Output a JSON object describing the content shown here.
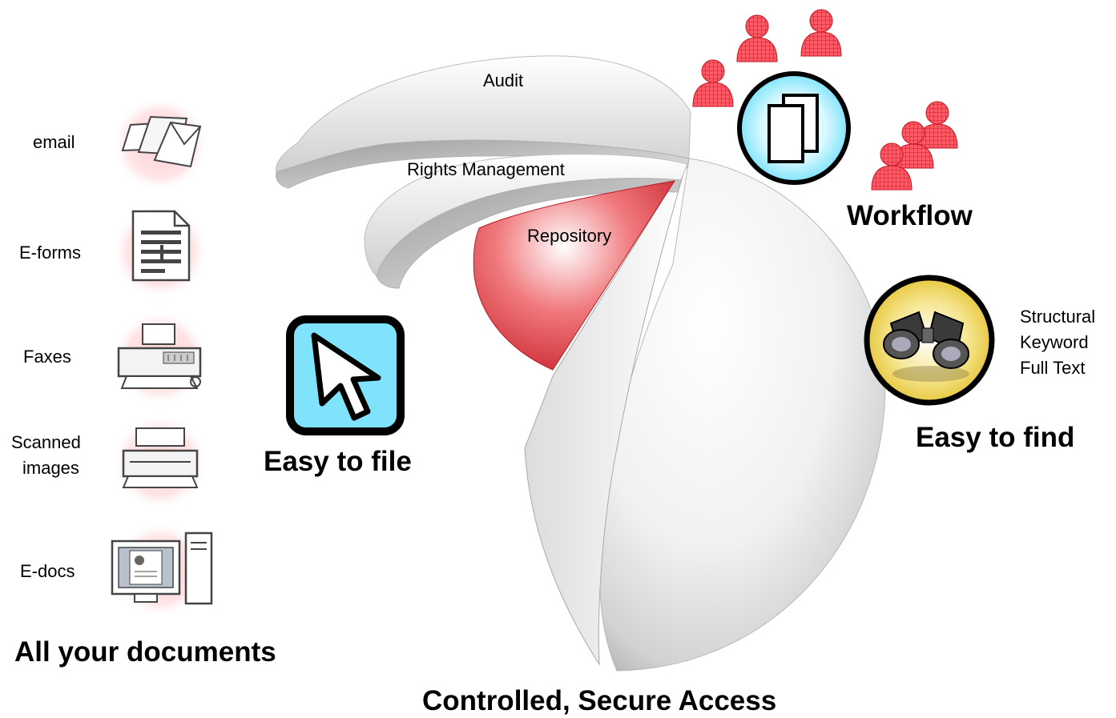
{
  "sources": {
    "heading": "All your documents",
    "items": [
      {
        "label": "email",
        "icon": "email-stack-icon"
      },
      {
        "label": "E-forms",
        "icon": "form-document-icon"
      },
      {
        "label": "Faxes",
        "icon": "fax-machine-icon"
      },
      {
        "label": "Scanned images",
        "label_line1": "Scanned",
        "label_line2": "images",
        "icon": "scanner-icon"
      },
      {
        "label": "E-docs",
        "icon": "computer-icon"
      }
    ]
  },
  "filing": {
    "heading": "Easy to file",
    "icon": "mouse-pointer-icon"
  },
  "sphere": {
    "layers": [
      "Audit",
      "Rights Management",
      "Repository"
    ],
    "caption": "Controlled, Secure Access"
  },
  "workflow": {
    "heading": "Workflow",
    "icon": "documents-icon"
  },
  "search": {
    "heading": "Easy to find",
    "icon": "binoculars-icon",
    "methods": [
      "Structural",
      "Keyword",
      "Full Text"
    ]
  },
  "colors": {
    "accent_red": "#e0303a",
    "cyan": "#7fe4fb",
    "person_red": "#ff5a66",
    "gold": "#f0d95c"
  }
}
